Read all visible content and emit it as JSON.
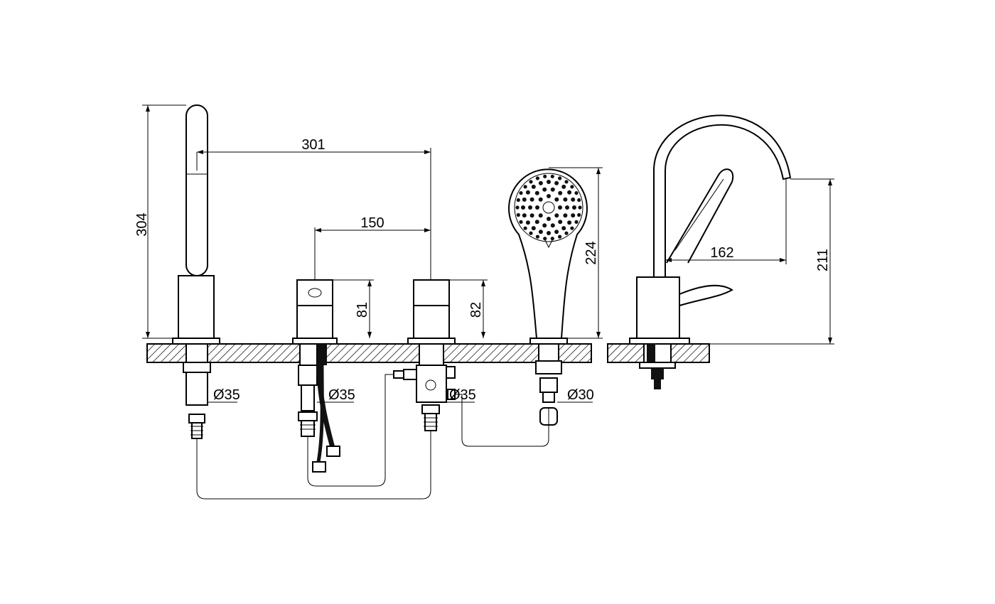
{
  "diagram": {
    "dimensions": {
      "spout_height": "304",
      "spout_to_valve": "301",
      "mixer_spacing": "150",
      "handle_height": "81",
      "diverter_height": "82",
      "handshower_height": "224",
      "reach": "162",
      "side_height": "211"
    },
    "holes": {
      "hole_1": "Ø35",
      "hole_2": "Ø35",
      "hole_3": "Ø35",
      "hole_4": "Ø30"
    }
  }
}
